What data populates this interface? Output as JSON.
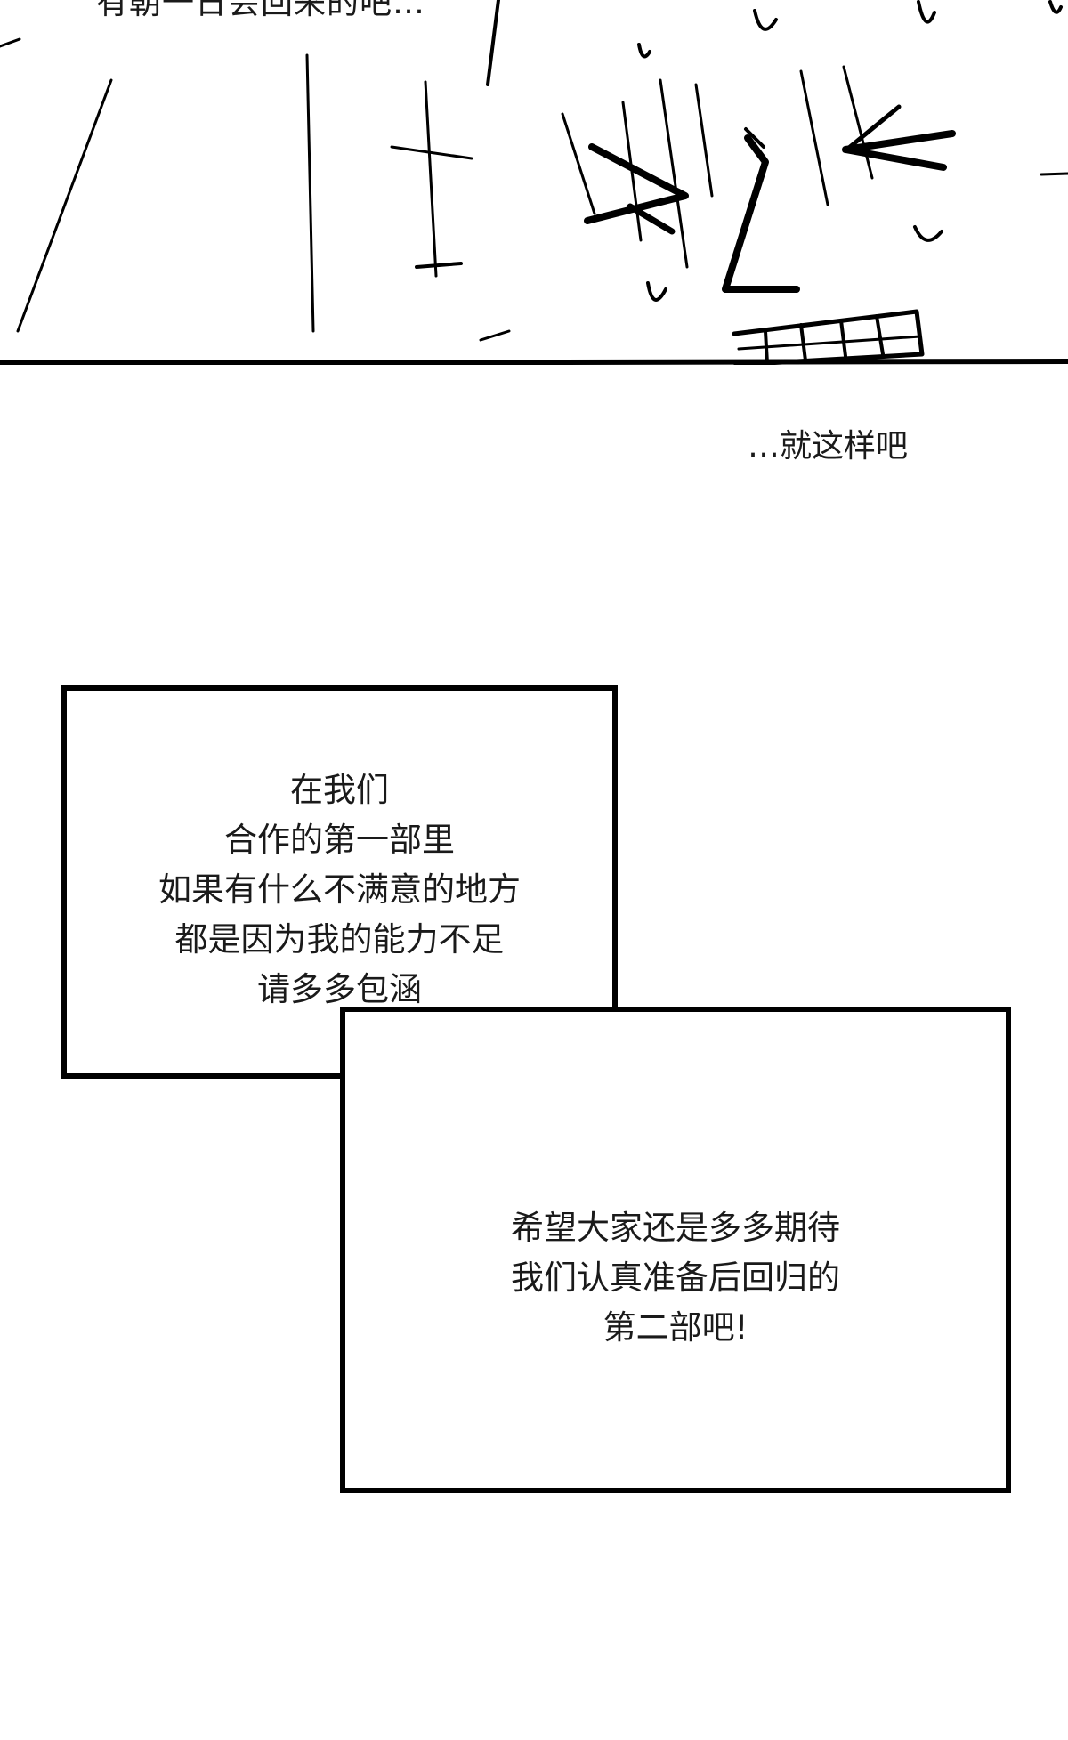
{
  "top_panel": {
    "cut_line": "有朝一日会回来的吧…"
  },
  "standalone": {
    "line": "…就这样吧"
  },
  "box_a": {
    "lines": [
      "在我们",
      "合作的第一部里",
      "如果有什么不满意的地方",
      "都是因为我的能力不足",
      "请多多包涵"
    ]
  },
  "box_b": {
    "lines": [
      "希望大家还是多多期待",
      "我们认真准备后回归的",
      "第二部吧!"
    ]
  },
  "colors": {
    "ink": "#000000",
    "text": "#1a1a1a",
    "paper": "#ffffff"
  }
}
